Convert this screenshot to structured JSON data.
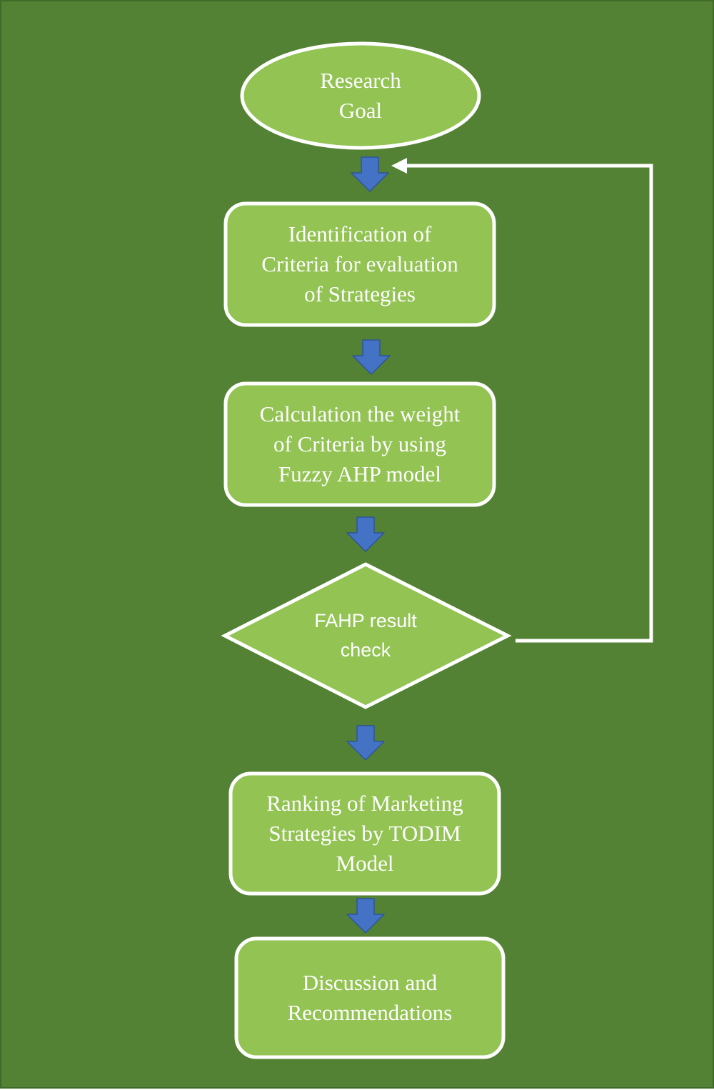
{
  "diagram": {
    "type": "flowchart",
    "colors": {
      "background": "#548235",
      "node_fill": "#92c353",
      "node_border": "#ffffff",
      "arrow_fill": "#4472c4",
      "arrow_border": "#2f5597",
      "feedback_line": "#ffffff"
    },
    "nodes": {
      "research_goal": {
        "shape": "ellipse",
        "label": "Research\nGoal"
      },
      "identification": {
        "shape": "rounded-rectangle",
        "label": "Identification of\nCriteria for evaluation\nof Strategies"
      },
      "calculation": {
        "shape": "rounded-rectangle",
        "label": "Calculation the weight\nof Criteria by using\nFuzzy AHP model"
      },
      "fahp_check": {
        "shape": "diamond",
        "label": "FAHP result\ncheck"
      },
      "ranking": {
        "shape": "rounded-rectangle",
        "label": "Ranking of Marketing\nStrategies by TODIM\nModel"
      },
      "discussion": {
        "shape": "rounded-rectangle",
        "label": "Discussion and\nRecommendations"
      }
    },
    "edges": [
      {
        "from": "research_goal",
        "to": "identification",
        "style": "block-arrow"
      },
      {
        "from": "identification",
        "to": "calculation",
        "style": "block-arrow"
      },
      {
        "from": "calculation",
        "to": "fahp_check",
        "style": "block-arrow"
      },
      {
        "from": "fahp_check",
        "to": "ranking",
        "style": "block-arrow"
      },
      {
        "from": "ranking",
        "to": "discussion",
        "style": "block-arrow"
      },
      {
        "from": "fahp_check",
        "to": "identification",
        "style": "feedback-line"
      }
    ]
  }
}
